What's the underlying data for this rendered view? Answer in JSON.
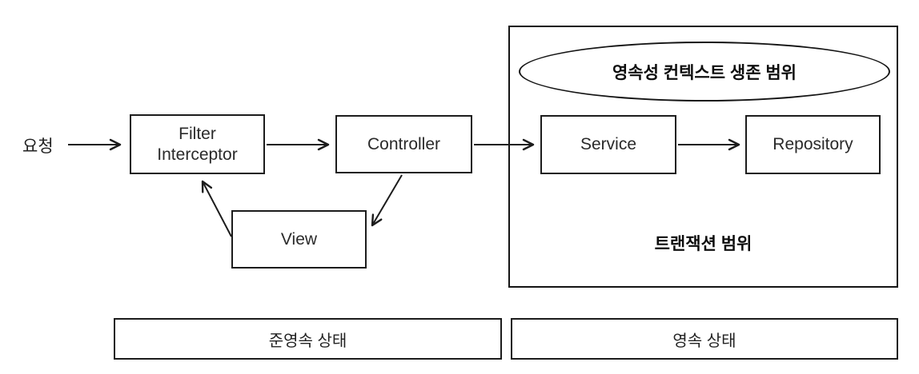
{
  "diagram": {
    "colors": {
      "background": "#ffffff",
      "line": "#1c1c1c"
    },
    "request_label": "요청",
    "nodes": {
      "filter_interceptor": {
        "line1": "Filter",
        "line2": "Interceptor"
      },
      "controller": "Controller",
      "view": "View",
      "service": "Service",
      "repository": "Repository"
    },
    "scopes": {
      "persistence_context": "영속성 컨텍스트 생존 범위",
      "transaction": "트랜잭션 범위"
    },
    "states": {
      "detached": "준영속 상태",
      "persistent": "영속 상태"
    }
  }
}
